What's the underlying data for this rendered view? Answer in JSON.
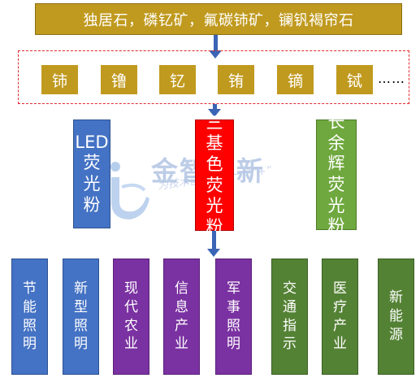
{
  "top_box": {
    "text": "独居石，磷钇矿，氟碳铈矿，镧钒褐帘石"
  },
  "elements": {
    "items": [
      "铈",
      "镥",
      "钇",
      "铕",
      "镝",
      "铽"
    ],
    "ellipsis": "……"
  },
  "categories": [
    {
      "lines": [
        "LED",
        "荧",
        "光",
        "粉"
      ],
      "color": "#4472c4"
    },
    {
      "lines": [
        "三",
        "基",
        "色",
        "荧",
        "光",
        "粉"
      ],
      "color": "#ff0000"
    },
    {
      "lines": [
        "长",
        "余",
        "辉",
        "荧",
        "光",
        "粉"
      ],
      "color": "#6fa83e"
    }
  ],
  "applications": [
    {
      "lines": [
        "节",
        "能",
        "照",
        "明"
      ],
      "color": "#4472c4"
    },
    {
      "lines": [
        "新",
        "型",
        "照",
        "明"
      ],
      "color": "#4472c4"
    },
    {
      "lines": [
        "现",
        "代",
        "农",
        "业"
      ],
      "color": "#7a31a1"
    },
    {
      "lines": [
        "信",
        "息",
        "产",
        "业"
      ],
      "color": "#7a31a1"
    },
    {
      "lines": [
        "军",
        "事",
        "照",
        "明"
      ],
      "color": "#7a31a1"
    },
    {
      "lines": [
        "交",
        "通",
        "指",
        "示"
      ],
      "color": "#548235"
    },
    {
      "lines": [
        "医",
        "疗",
        "产",
        "业"
      ],
      "color": "#548235"
    },
    {
      "lines": [
        "新",
        "能",
        "源"
      ],
      "color": "#548235"
    }
  ],
  "watermark": {
    "name": "金智创新",
    "slogan": "为技术创新寻找一个“+”"
  },
  "colors": {
    "gold": "#c09a1f",
    "dashed_border": "#e0282d",
    "arrow": "#3a64b5"
  }
}
